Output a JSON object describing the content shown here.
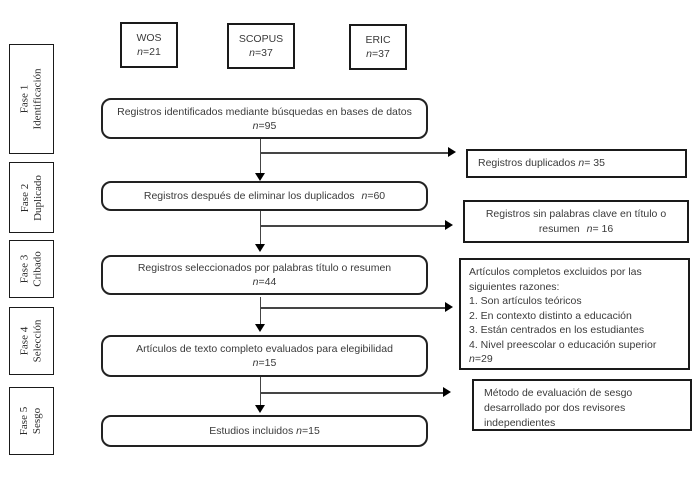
{
  "phases": [
    {
      "line1": "Fase 1",
      "line2": "Identificación"
    },
    {
      "line1": "Fase 2",
      "line2": "Duplicado"
    },
    {
      "line1": "Fase 3",
      "line2": "Cribado"
    },
    {
      "line1": "Fase  4",
      "line2": "Selección"
    },
    {
      "line1": "Fase 5",
      "line2": "Sesgo"
    }
  ],
  "sources": [
    {
      "name": "WOS",
      "n": "n",
      "value": "=21"
    },
    {
      "name": "SCOPUS",
      "n": "n",
      "value": "=37"
    },
    {
      "name": "ERIC",
      "n": "n",
      "value": "=37"
    }
  ],
  "flow": [
    {
      "label": "Registros identificados mediante búsquedas en bases de datos",
      "n": "n",
      "value": "=95"
    },
    {
      "label": "Registros después de eliminar los duplicados ",
      "n": "n",
      "value": "=60"
    },
    {
      "label": "Registros seleccionados por palabras título o resumen",
      "n": "n",
      "value": "=44"
    },
    {
      "label": "Artículos de texto completo evaluados para elegibilidad",
      "n": "n",
      "value": "=15"
    },
    {
      "label": "Estudios incluidos ",
      "n": "n",
      "value": "=15"
    }
  ],
  "side": [
    {
      "label": "Registros duplicados ",
      "n": "n",
      "value": "= 35"
    },
    {
      "label": "Registros sin palabras clave en título o resumen ",
      "n": "n",
      "value": "= 16"
    },
    {
      "lines": [
        "Artículos completos excluidos por las siguientes razones:",
        "1. Son artículos teóricos",
        "2. En contexto distinto a educación",
        "3. Están centrados en los estudiantes",
        "4. Nivel preescolar o educación superior"
      ],
      "n": "n",
      "value": "=29"
    },
    {
      "label": "Método de evaluación de sesgo desarrollado por dos revisores independientes"
    }
  ],
  "colors": {
    "border": "#1a1a1a",
    "text": "#3a3a3a",
    "arrow": "#454545",
    "arrowhead": "#000000"
  }
}
